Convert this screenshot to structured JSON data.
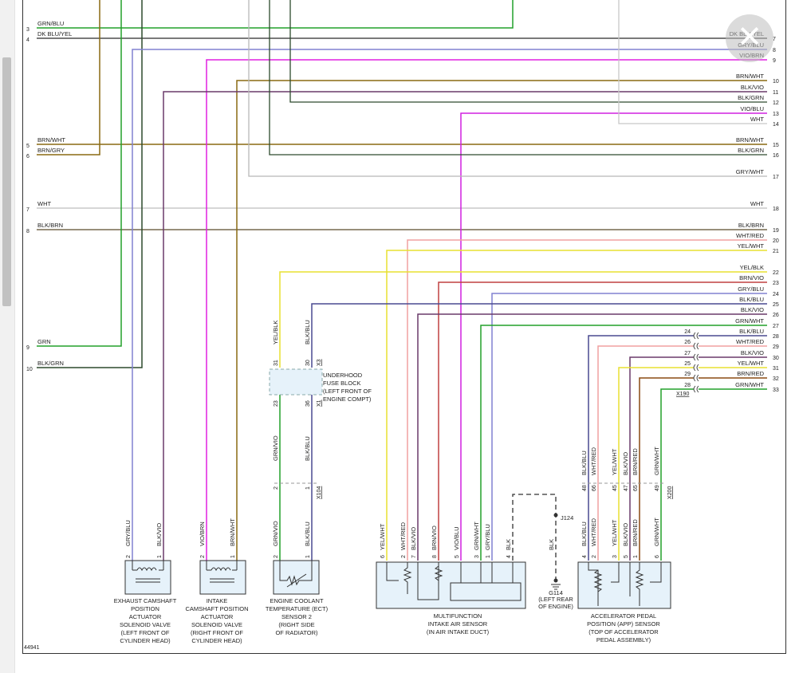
{
  "diagram_id": "44941",
  "left_wires": [
    {
      "num": "3",
      "label": "GRN/BLU",
      "color": "#22a02a"
    },
    {
      "num": "4",
      "label": "DK BLU/YEL",
      "color": "#2a2a2a"
    },
    {
      "num": "5",
      "label": "BRN/WHT",
      "color": "#8a6a12"
    },
    {
      "num": "6",
      "label": "BRN/GRY",
      "color": "#8a6a12"
    },
    {
      "num": "7",
      "label": "WHT",
      "color": "#c8c8c8"
    },
    {
      "num": "8",
      "label": "BLK/BRN",
      "color": "#5a4a2a"
    },
    {
      "num": "9",
      "label": "GRN",
      "color": "#22a02a"
    },
    {
      "num": "10",
      "label": "BLK/GRN",
      "color": "#2d4a2d"
    }
  ],
  "right_wires": [
    {
      "num": "7",
      "label": "DK BLU/YEL",
      "color": "#2a2a2a"
    },
    {
      "num": "8",
      "label": "GRY/BLU",
      "color": "#8080d0"
    },
    {
      "num": "9",
      "label": "VIO/BRN",
      "color": "#e020e0"
    },
    {
      "num": "10",
      "label": "BRN/WHT",
      "color": "#8a6a12"
    },
    {
      "num": "11",
      "label": "BLK/VIO",
      "color": "#6a3a6a"
    },
    {
      "num": "12",
      "label": "BLK/GRN",
      "color": "#2d4a2d"
    },
    {
      "num": "13",
      "label": "VIO/BLU",
      "color": "#d020e0"
    },
    {
      "num": "14",
      "label": "WHT",
      "color": "#c8c8c8"
    },
    {
      "num": "15",
      "label": "BRN/WHT",
      "color": "#8a6a12"
    },
    {
      "num": "16",
      "label": "BLK/GRN",
      "color": "#2d4a2d"
    },
    {
      "num": "17",
      "label": "GRY/WHT",
      "color": "#b8b8b8"
    },
    {
      "num": "18",
      "label": "WHT",
      "color": "#c8c8c8"
    },
    {
      "num": "19",
      "label": "BLK/BRN",
      "color": "#5a4a2a"
    },
    {
      "num": "20",
      "label": "WHT/RED",
      "color": "#f0a0a0"
    },
    {
      "num": "21",
      "label": "YEL/WHT",
      "color": "#e8e030"
    },
    {
      "num": "22",
      "label": "YEL/BLK",
      "color": "#e8e030"
    },
    {
      "num": "23",
      "label": "BRN/VIO",
      "color": "#6a3a6a"
    },
    {
      "num": "24",
      "label": "GRY/BLU",
      "color": "#c04040"
    },
    {
      "num": "25",
      "label": "BLK/BLU",
      "color": "#8080d0"
    },
    {
      "num": "26",
      "label": "BLK/VIO",
      "color": "#4a4a90"
    },
    {
      "num": "27",
      "label": "GRN/WHT",
      "color": "#6a3a6a"
    },
    {
      "num": "28",
      "label": "BLK/BLU",
      "color": "#22a02a"
    },
    {
      "num": "29",
      "label": "WHT/RED",
      "color": "#4a4a90"
    },
    {
      "num": "30",
      "label": "BLK/VIO",
      "color": "#f0a0a0"
    },
    {
      "num": "31",
      "label": "YEL/WHT",
      "color": "#6a3a6a"
    },
    {
      "num": "32",
      "label": "BRN/RED",
      "color": "#e8e030"
    },
    {
      "num": "33",
      "label": "GRN/WHT",
      "color": "#8a4a12"
    },
    {
      "num": "",
      "label": "",
      "color": "#22a02a"
    }
  ],
  "app_inline_pins": [
    {
      "pin": "24",
      "label": "BLK/BLU"
    },
    {
      "pin": "26",
      "label": "WHT/RED"
    },
    {
      "pin": "27",
      "label": "BLK/VIO"
    },
    {
      "pin": "25",
      "label": "YEL/WHT"
    },
    {
      "pin": "29",
      "label": "BRN/RED"
    },
    {
      "pin": "28",
      "label": "GRN/WHT"
    }
  ],
  "connector_ids": {
    "x190": "X190",
    "x3": "X3",
    "x1": "X1",
    "x104": "X104",
    "x200": "X200"
  },
  "fuse_block": {
    "line1": "UNDERHOOD",
    "line2": "FUSE BLOCK",
    "line3": "(LEFT FRONT OF",
    "line4": "ENGINE COMPT)",
    "pins_top": [
      "31",
      "30"
    ],
    "pins_bottom": [
      "23",
      "36"
    ]
  },
  "x104_pins": [
    "2",
    "1"
  ],
  "x200_pins": [
    "48",
    "66",
    "45",
    "47",
    "65",
    "49"
  ],
  "wire_vertical_labels": {
    "fuse_top": [
      "YEL/BLK",
      "BLK/BLU"
    ],
    "fuse_mid": [
      "GRN/VIO",
      "BLK/BLU"
    ],
    "ect": [
      "GRN/VIO",
      "BLK/BLU"
    ],
    "exhaust": [
      "GRY/BLU",
      "BLK/VIO"
    ],
    "intake": [
      "VIO/BRN",
      "BRN/WHT"
    ],
    "mfias": [
      "YEL/WHT",
      "WHT/RED",
      "BLK/VIO",
      "BRN/VIO",
      "VIO/BLU",
      "GRN/WHT",
      "GRY/BLU",
      "BLK"
    ],
    "app_upper": [
      "BLK/BLU",
      "WHT/RED",
      "YEL/WHT",
      "BLK/VIO",
      "BRN/RED",
      "GRN/WHT"
    ],
    "app_lower": [
      "BLK/BLU",
      "WHT/RED",
      "YEL/WHT",
      "BLK/VIO",
      "BRN/RED",
      "GRN/WHT"
    ],
    "ground": "BLK"
  },
  "component_pins": {
    "exhaust": [
      "2",
      "1"
    ],
    "intake": [
      "2",
      "1"
    ],
    "ect": [
      "2",
      "1"
    ],
    "mfias": [
      "6",
      "2",
      "7",
      "8",
      "5",
      "3",
      "1",
      "4"
    ],
    "app": [
      "4",
      "2",
      "3",
      "5",
      "1",
      "6"
    ]
  },
  "splice": "J124",
  "ground": {
    "id": "G114",
    "line1": "(LEFT REAR",
    "line2": "OF ENGINE)"
  },
  "components": {
    "exhaust": [
      "EXHAUST CAMSHAFT",
      "POSITION",
      "ACTUATOR",
      "SOLENOID VALVE",
      "(LEFT FRONT OF",
      "CYLINDER HEAD)"
    ],
    "intake": [
      "INTAKE",
      "CAMSHAFT POSITION",
      "ACTUATOR",
      "SOLENOID VALVE",
      "(RIGHT FRONT OF",
      "CYLINDER HEAD)"
    ],
    "ect": [
      "ENGINE COOLANT",
      "TEMPERATURE (ECT)",
      "SENSOR 2",
      "(RIGHT SIDE",
      "OF RADIATOR)"
    ],
    "mfias": [
      "MULTIFUNCTION",
      "INTAKE AIR SENSOR",
      "(IN AIR INTAKE DUCT)"
    ],
    "app": [
      "ACCELERATOR PEDAL",
      "POSITION (APP) SENSOR",
      "(TOP OF ACCELERATOR",
      "PEDAL ASSEMBLY)"
    ]
  },
  "close_icon": "close-x-icon"
}
